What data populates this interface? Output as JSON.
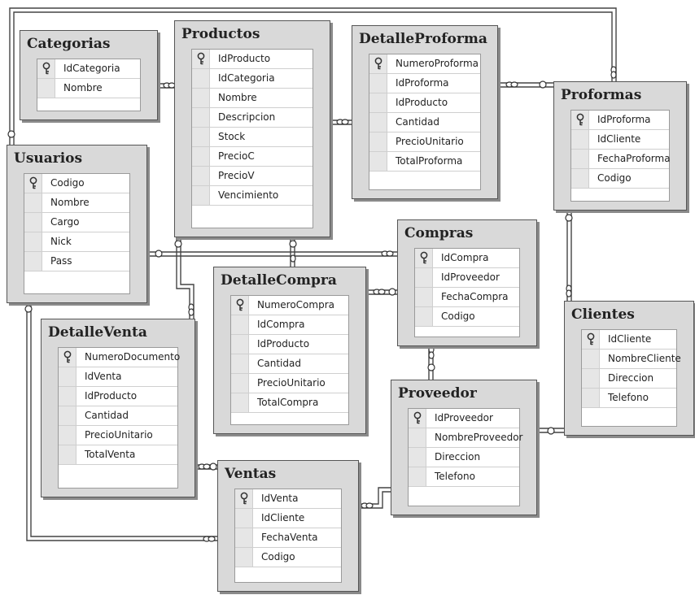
{
  "tables": {
    "categorias": {
      "title": "Categorias",
      "columns": [
        {
          "name": "IdCategoria",
          "pk": true
        },
        {
          "name": "Nombre",
          "pk": false
        }
      ]
    },
    "productos": {
      "title": "Productos",
      "columns": [
        {
          "name": "IdProducto",
          "pk": true
        },
        {
          "name": "IdCategoria",
          "pk": false
        },
        {
          "name": "Nombre",
          "pk": false
        },
        {
          "name": "Descripcion",
          "pk": false
        },
        {
          "name": "Stock",
          "pk": false
        },
        {
          "name": "PrecioC",
          "pk": false
        },
        {
          "name": "PrecioV",
          "pk": false
        },
        {
          "name": "Vencimiento",
          "pk": false
        }
      ]
    },
    "detalleproforma": {
      "title": "DetalleProforma",
      "columns": [
        {
          "name": "NumeroProforma",
          "pk": true
        },
        {
          "name": "IdProforma",
          "pk": false
        },
        {
          "name": "IdProducto",
          "pk": false
        },
        {
          "name": "Cantidad",
          "pk": false
        },
        {
          "name": "PrecioUnitario",
          "pk": false
        },
        {
          "name": "TotalProforma",
          "pk": false
        }
      ]
    },
    "proformas": {
      "title": "Proformas",
      "columns": [
        {
          "name": "IdProforma",
          "pk": true
        },
        {
          "name": "IdCliente",
          "pk": false
        },
        {
          "name": "FechaProforma",
          "pk": false
        },
        {
          "name": "Codigo",
          "pk": false
        }
      ]
    },
    "usuarios": {
      "title": "Usuarios",
      "columns": [
        {
          "name": "Codigo",
          "pk": true
        },
        {
          "name": "Nombre",
          "pk": false
        },
        {
          "name": "Cargo",
          "pk": false
        },
        {
          "name": "Nick",
          "pk": false
        },
        {
          "name": "Pass",
          "pk": false
        }
      ]
    },
    "compras": {
      "title": "Compras",
      "columns": [
        {
          "name": "IdCompra",
          "pk": true
        },
        {
          "name": "IdProveedor",
          "pk": false
        },
        {
          "name": "FechaCompra",
          "pk": false
        },
        {
          "name": "Codigo",
          "pk": false
        }
      ]
    },
    "detallecompra": {
      "title": "DetalleCompra",
      "columns": [
        {
          "name": "NumeroCompra",
          "pk": true
        },
        {
          "name": "IdCompra",
          "pk": false
        },
        {
          "name": "IdProducto",
          "pk": false
        },
        {
          "name": "Cantidad",
          "pk": false
        },
        {
          "name": "PrecioUnitario",
          "pk": false
        },
        {
          "name": "TotalCompra",
          "pk": false
        }
      ]
    },
    "detalleventa": {
      "title": "DetalleVenta",
      "columns": [
        {
          "name": "NumeroDocumento",
          "pk": true
        },
        {
          "name": "IdVenta",
          "pk": false
        },
        {
          "name": "IdProducto",
          "pk": false
        },
        {
          "name": "Cantidad",
          "pk": false
        },
        {
          "name": "PrecioUnitario",
          "pk": false
        },
        {
          "name": "TotalVenta",
          "pk": false
        }
      ]
    },
    "clientes": {
      "title": "Clientes",
      "columns": [
        {
          "name": "IdCliente",
          "pk": true
        },
        {
          "name": "NombreCliente",
          "pk": false
        },
        {
          "name": "Direccion",
          "pk": false
        },
        {
          "name": "Telefono",
          "pk": false
        }
      ]
    },
    "proveedor": {
      "title": "Proveedor",
      "columns": [
        {
          "name": "IdProveedor",
          "pk": true
        },
        {
          "name": "NombreProveedor",
          "pk": false
        },
        {
          "name": "Direccion",
          "pk": false
        },
        {
          "name": "Telefono",
          "pk": false
        }
      ]
    },
    "ventas": {
      "title": "Ventas",
      "columns": [
        {
          "name": "IdVenta",
          "pk": true
        },
        {
          "name": "IdCliente",
          "pk": false
        },
        {
          "name": "FechaVenta",
          "pk": false
        },
        {
          "name": "Codigo",
          "pk": false
        }
      ]
    }
  },
  "colors": {
    "header_bg": "#d9d9d9",
    "line": "#444444",
    "grid_bg": "#ffffff"
  },
  "icons": {
    "primary_key": "key-icon",
    "relationship_end": "infinity-icon",
    "relationship_one": "key-icon"
  }
}
